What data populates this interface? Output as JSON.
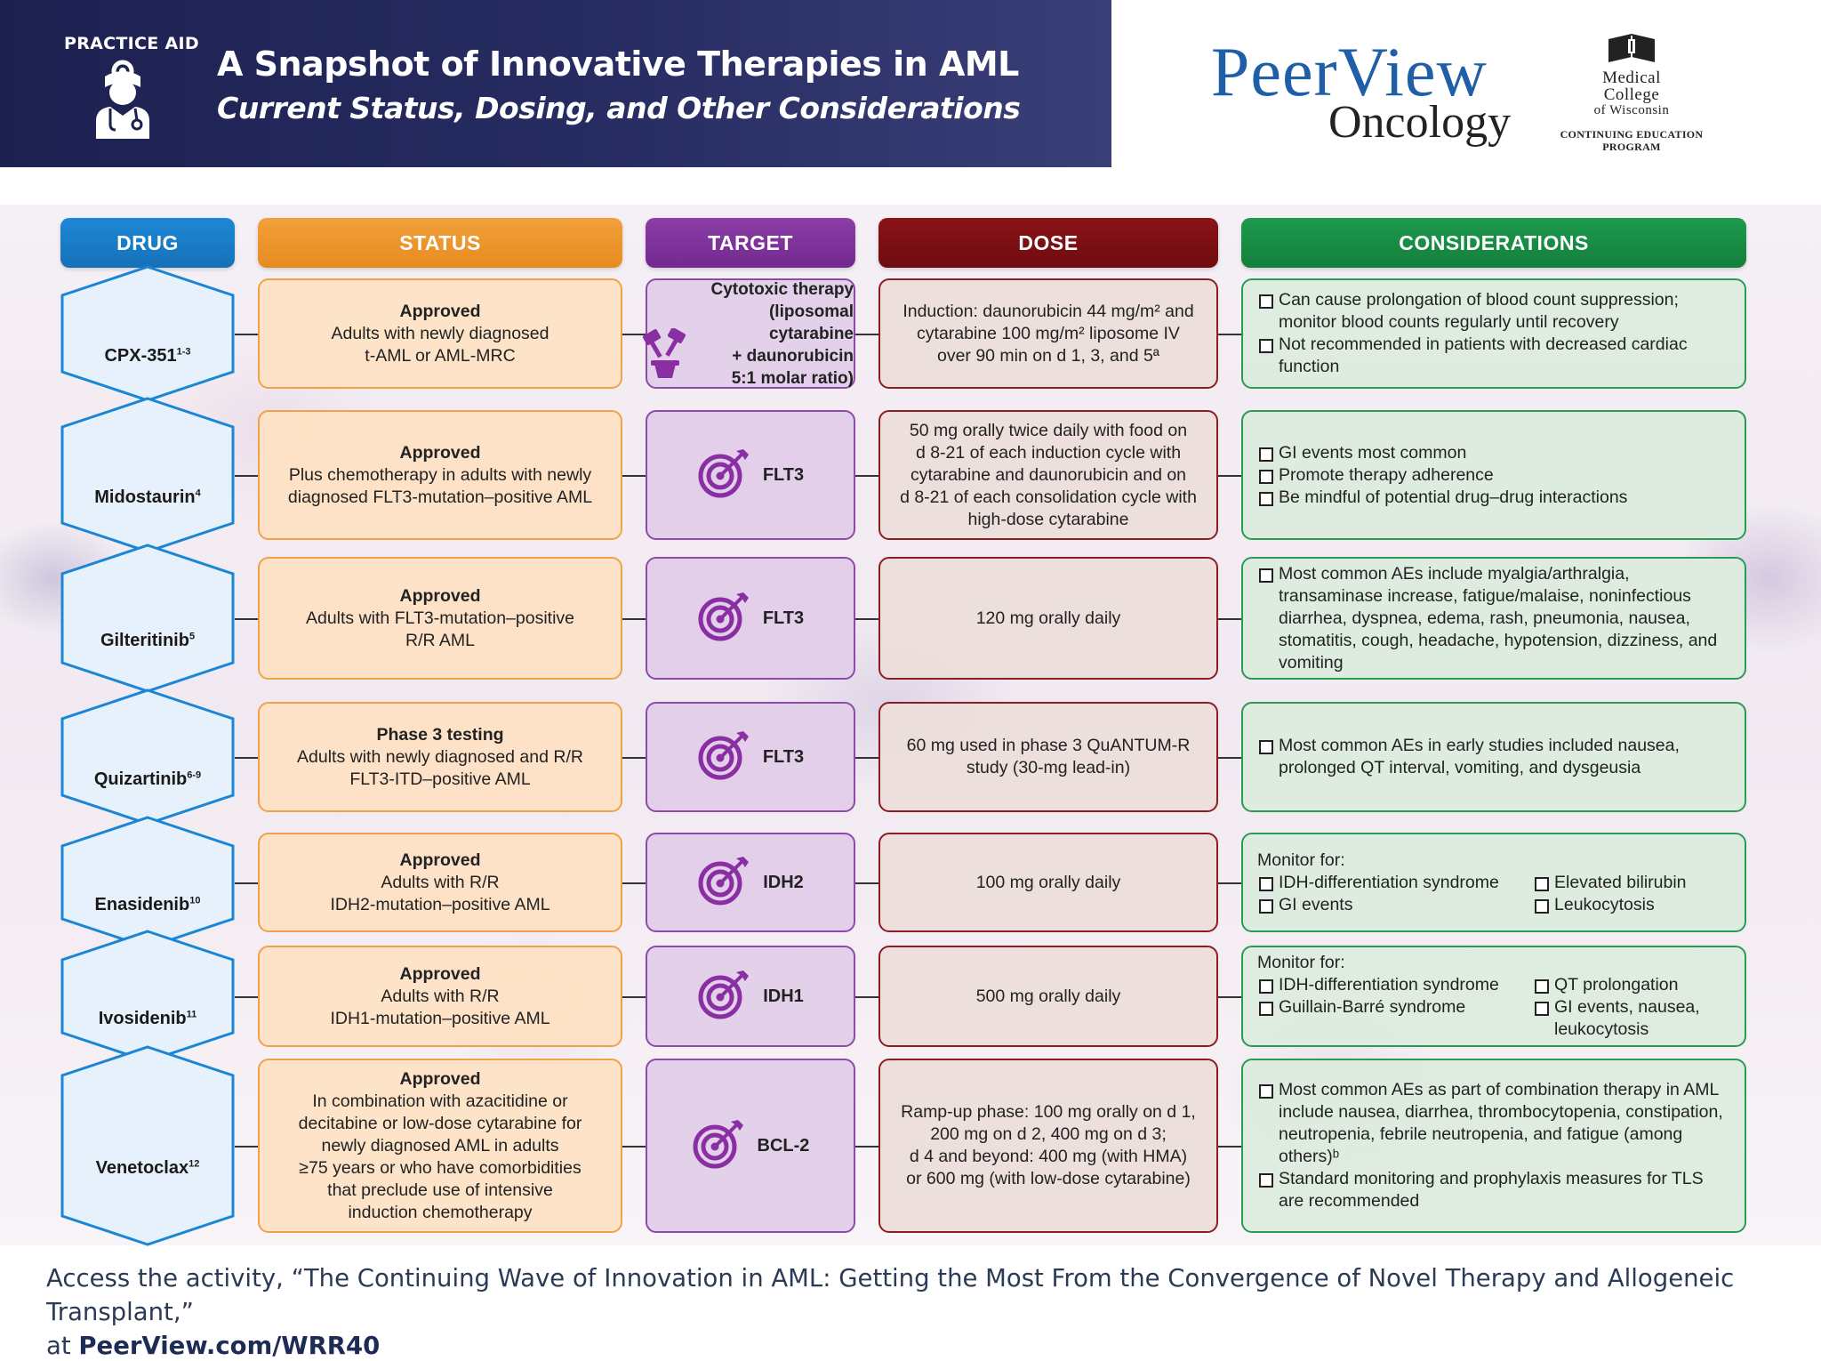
{
  "header": {
    "practice_aid": "PRACTICE AID",
    "title": "A Snapshot of Innovative Therapies in AML",
    "subtitle": "Current Status, Dosing, and Other Considerations",
    "brand_name": "PeerView",
    "brand_sub": "Oncology",
    "mcw_line1": "Medical",
    "mcw_line2": "College",
    "mcw_line3": "of Wisconsin",
    "mcw_line4": "CONTINUING EDUCATION",
    "mcw_line5": "PROGRAM",
    "doctor_icon": "doctor-icon"
  },
  "columns": {
    "drug": "DRUG",
    "status": "STATUS",
    "target": "TARGET",
    "dose": "DOSE",
    "considerations": "CONSIDERATIONS"
  },
  "colors": {
    "drug": "#1571b8",
    "status": "#e78b1f",
    "target": "#73298f",
    "dose": "#6f0b0f",
    "considerations": "#137f3c",
    "banner": "#1d2150",
    "brand": "#1f5fa8"
  },
  "rows": [
    {
      "drug": "CPX-351",
      "ref": "1-3",
      "icon": "iv-bag-icon",
      "status_head": "Approved",
      "status_lines": [
        "Adults with newly diagnosed",
        "t-AML or AML-MRC"
      ],
      "target_lines": [
        "Cytotoxic therapy",
        "(liposomal cytarabine",
        "+ daunorubicin",
        "5:1 molar ratio)"
      ],
      "target_icon": "hammer-icon",
      "dose_lines": [
        "Induction: daunorubicin 44 mg/m² and",
        "cytarabine 100 mg/m² liposome IV",
        "over 90 min on d 1, 3, and 5ª"
      ],
      "considerations": [
        "Can cause prolongation of blood count suppression; monitor blood counts regularly until recovery",
        "Not recommended in patients with decreased cardiac function"
      ]
    },
    {
      "drug": "Midostaurin",
      "ref": "4",
      "icon": "capsule-icon",
      "status_head": "Approved",
      "status_lines": [
        "Plus chemotherapy in adults with newly",
        "diagnosed FLT3-mutation–positive AML"
      ],
      "target": "FLT3",
      "target_icon": "target-icon",
      "dose_lines": [
        "50 mg orally twice daily with food on",
        "d 8-21 of each induction cycle with",
        "cytarabine and daunorubicin and on",
        "d 8-21 of each consolidation cycle with",
        "high-dose cytarabine"
      ],
      "considerations": [
        "GI events most common",
        "Promote therapy adherence",
        "Be mindful of potential drug–drug interactions"
      ]
    },
    {
      "drug": "Gilteritinib",
      "ref": "5",
      "icon": "capsule-icon",
      "status_head": "Approved",
      "status_lines": [
        "Adults with FLT3-mutation–positive",
        "R/R AML"
      ],
      "target": "FLT3",
      "target_icon": "target-icon",
      "dose_lines": [
        "120 mg orally daily"
      ],
      "considerations": [
        "Most common AEs include myalgia/arthralgia, transaminase increase, fatigue/malaise, noninfectious diarrhea, dyspnea, edema, rash, pneumonia, nausea, stomatitis, cough, headache, hypotension, dizziness, and vomiting"
      ]
    },
    {
      "drug": "Quizartinib",
      "ref": "6-9",
      "icon": "capsule-icon",
      "status_head": "Phase 3 testing",
      "status_lines": [
        "Adults with newly diagnosed and R/R",
        "FLT3-ITD–positive AML"
      ],
      "target": "FLT3",
      "target_icon": "target-icon",
      "dose_lines": [
        "60 mg used in phase 3 QuANTUM-R",
        "study (30-mg lead-in)"
      ],
      "considerations": [
        "Most common AEs in early studies included nausea, prolonged QT interval, vomiting, and dysgeusia"
      ]
    },
    {
      "drug": "Enasidenib",
      "ref": "10",
      "icon": "capsule-icon",
      "status_head": "Approved",
      "status_lines": [
        "Adults with R/R",
        "IDH2-mutation–positive AML"
      ],
      "target": "IDH2",
      "target_icon": "target-icon",
      "dose_lines": [
        "100 mg orally daily"
      ],
      "monitor": "Monitor for:",
      "grid": [
        "IDH-differentiation syndrome",
        "Elevated bilirubin",
        "GI events",
        "Leukocytosis"
      ]
    },
    {
      "drug": "Ivosidenib",
      "ref": "11",
      "icon": "capsule-icon",
      "status_head": "Approved",
      "status_lines": [
        "Adults with R/R",
        "IDH1-mutation–positive AML"
      ],
      "target": "IDH1",
      "target_icon": "target-icon",
      "dose_lines": [
        "500 mg orally daily"
      ],
      "monitor": "Monitor for:",
      "grid": [
        "IDH-differentiation syndrome",
        "QT prolongation",
        "Guillain-Barré syndrome",
        "GI events, nausea, leukocytosis"
      ]
    },
    {
      "drug": "Venetoclax",
      "ref": "12",
      "icon": "capsule-icon",
      "status_head": "Approved",
      "status_lines": [
        "In combination with azacitidine or",
        "decitabine or low-dose cytarabine for",
        "newly diagnosed AML in adults",
        "≥75 years or who have comorbidities",
        "that preclude use of intensive",
        "induction chemotherapy"
      ],
      "target": "BCL-2",
      "target_icon": "target-icon",
      "dose_lines": [
        "Ramp-up phase: 100 mg orally on d 1,",
        "200 mg on d 2, 400 mg on d 3;",
        "d 4 and beyond: 400 mg (with HMA)",
        "or 600 mg (with low-dose cytarabine)"
      ],
      "considerations": [
        "Most common AEs as part of combination therapy in AML include nausea, diarrhea, thrombocytopenia, constipation, neutropenia, febrile neutropenia, and fatigue (among others)ᵇ",
        "Standard monitoring and prophylaxis measures for TLS are recommended"
      ]
    }
  ],
  "footer": {
    "line1": "Access the activity, “The Continuing Wave of Innovation in AML: Getting the Most From the Convergence of Novel Therapy and Allogeneic Transplant,”",
    "line2_prefix": "at ",
    "line2_link": "PeerView.com/WRR40"
  }
}
